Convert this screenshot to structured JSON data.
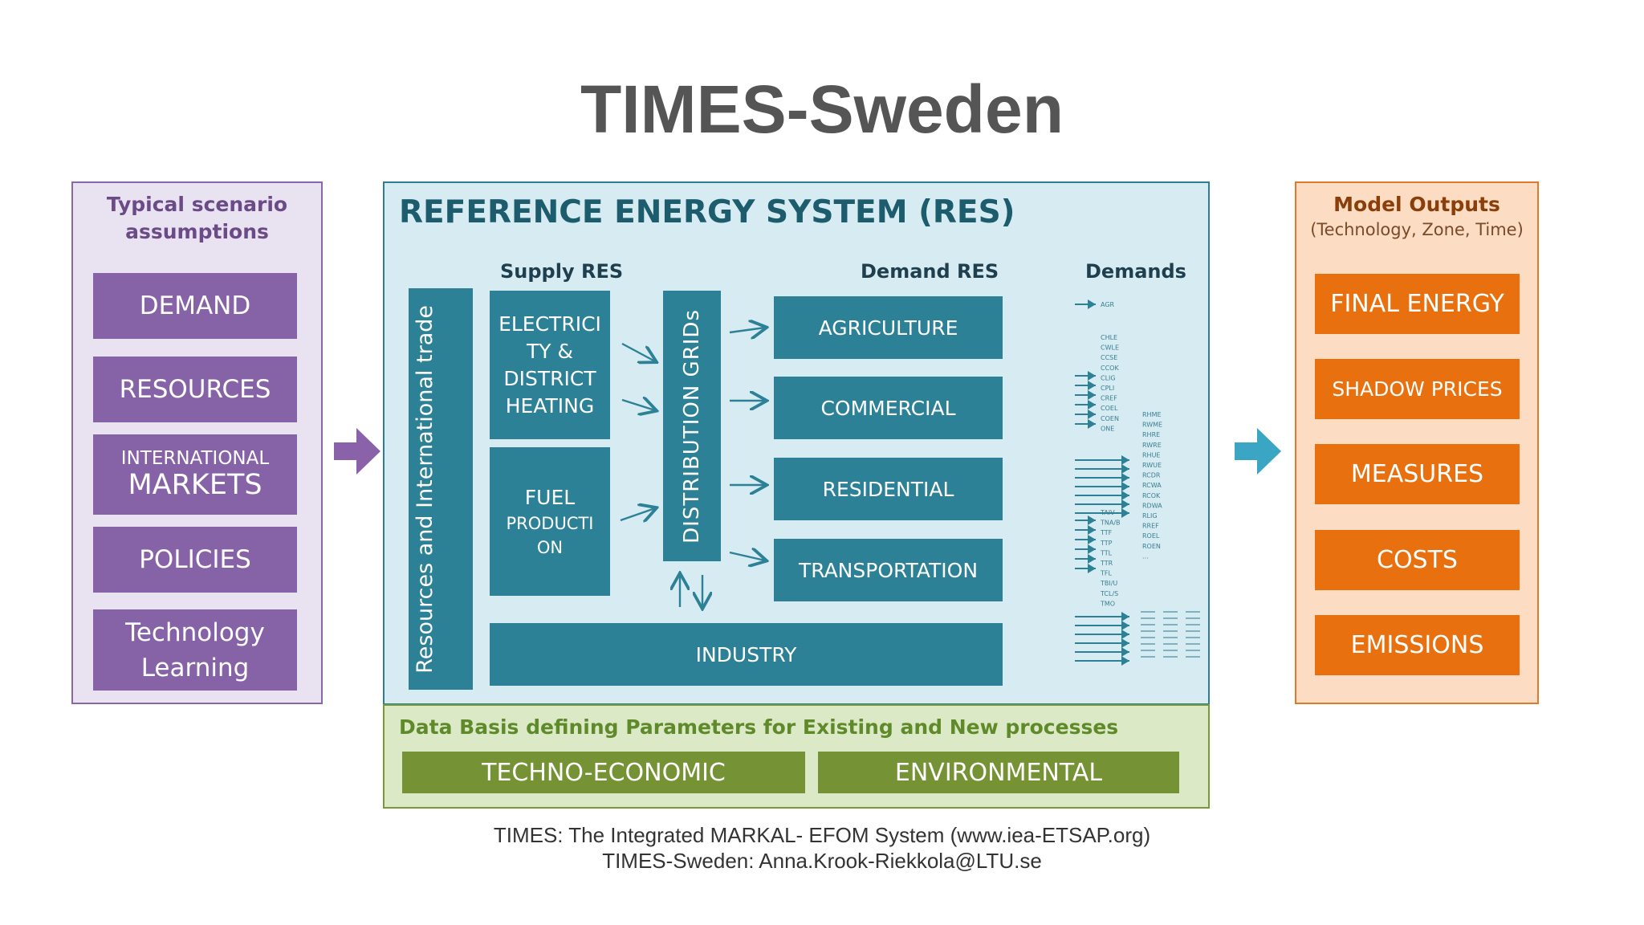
{
  "title": "TIMES-Sweden",
  "left_panel": {
    "heading_line1": "Typical scenario",
    "heading_line2": "assumptions",
    "items": [
      {
        "label": "DEMAND"
      },
      {
        "label": "RESOURCES"
      },
      {
        "small": "INTERNATIONAL",
        "label": "MARKETS"
      },
      {
        "label": "POLICIES"
      },
      {
        "label": "Technology",
        "label2": "Learning"
      }
    ]
  },
  "res": {
    "title": "REFERENCE ENERGY SYSTEM (RES)",
    "supply_heading": "Supply RES",
    "demand_heading": "Demand RES",
    "demands_heading": "Demands",
    "resources_label": "Resources and International trade",
    "electricity": [
      "ELECTRICI",
      "TY &",
      "DISTRICT",
      "HEATING"
    ],
    "fuel": [
      "FUEL",
      "PRODUCTI",
      "ON"
    ],
    "distribution": "DISTRIBUTION GRIDs",
    "sectors": [
      "AGRICULTURE",
      "COMMERCIAL",
      "RESIDENTIAL",
      "TRANSPORTATION"
    ],
    "industry": "INDUSTRY",
    "agr_label": "AGR",
    "commercial_codes": [
      "CHLE",
      "CWLE",
      "CCSE",
      "CCOK",
      "CLIG",
      "CPLI",
      "CREF",
      "COEL",
      "COEN",
      "ONE"
    ],
    "residential_codes": [
      "RHME",
      "RWME",
      "RHRE",
      "RWRE",
      "RHUE",
      "RWUE",
      "RCDR",
      "RCWA",
      "RCOK",
      "RDWA",
      "RLIG",
      "RREF",
      "ROEL",
      "ROEN",
      "..."
    ],
    "transport_codes": [
      "TAIV",
      "TNA/B",
      "TTF",
      "TTP",
      "TTL",
      "TTR",
      "TFL",
      "TBI/U",
      "TCL/S",
      "TMO"
    ]
  },
  "data_basis": {
    "title": "Data Basis defining Parameters for Existing and New processes",
    "techno": "TECHNO-ECONOMIC",
    "environmental": "ENVIRONMENTAL"
  },
  "right_panel": {
    "heading": "Model Outputs",
    "subheading": "(Technology, Zone, Time)",
    "items": [
      "FINAL ENERGY",
      "SHADOW PRICES",
      "MEASURES",
      "COSTS",
      "EMISSIONS"
    ]
  },
  "footer": {
    "line1": "TIMES: The Integrated MARKAL- EFOM System (www.iea-ETSAP.org)",
    "line2": "TIMES-Sweden: Anna.Krook-Riekkola@LTU.se"
  },
  "colors": {
    "purple": "#8662a6",
    "teal": "#2d8197",
    "green": "#759234",
    "orange": "#e8700e",
    "arrow_purple": "#8a62aa",
    "arrow_teal": "#3aa6c4"
  }
}
